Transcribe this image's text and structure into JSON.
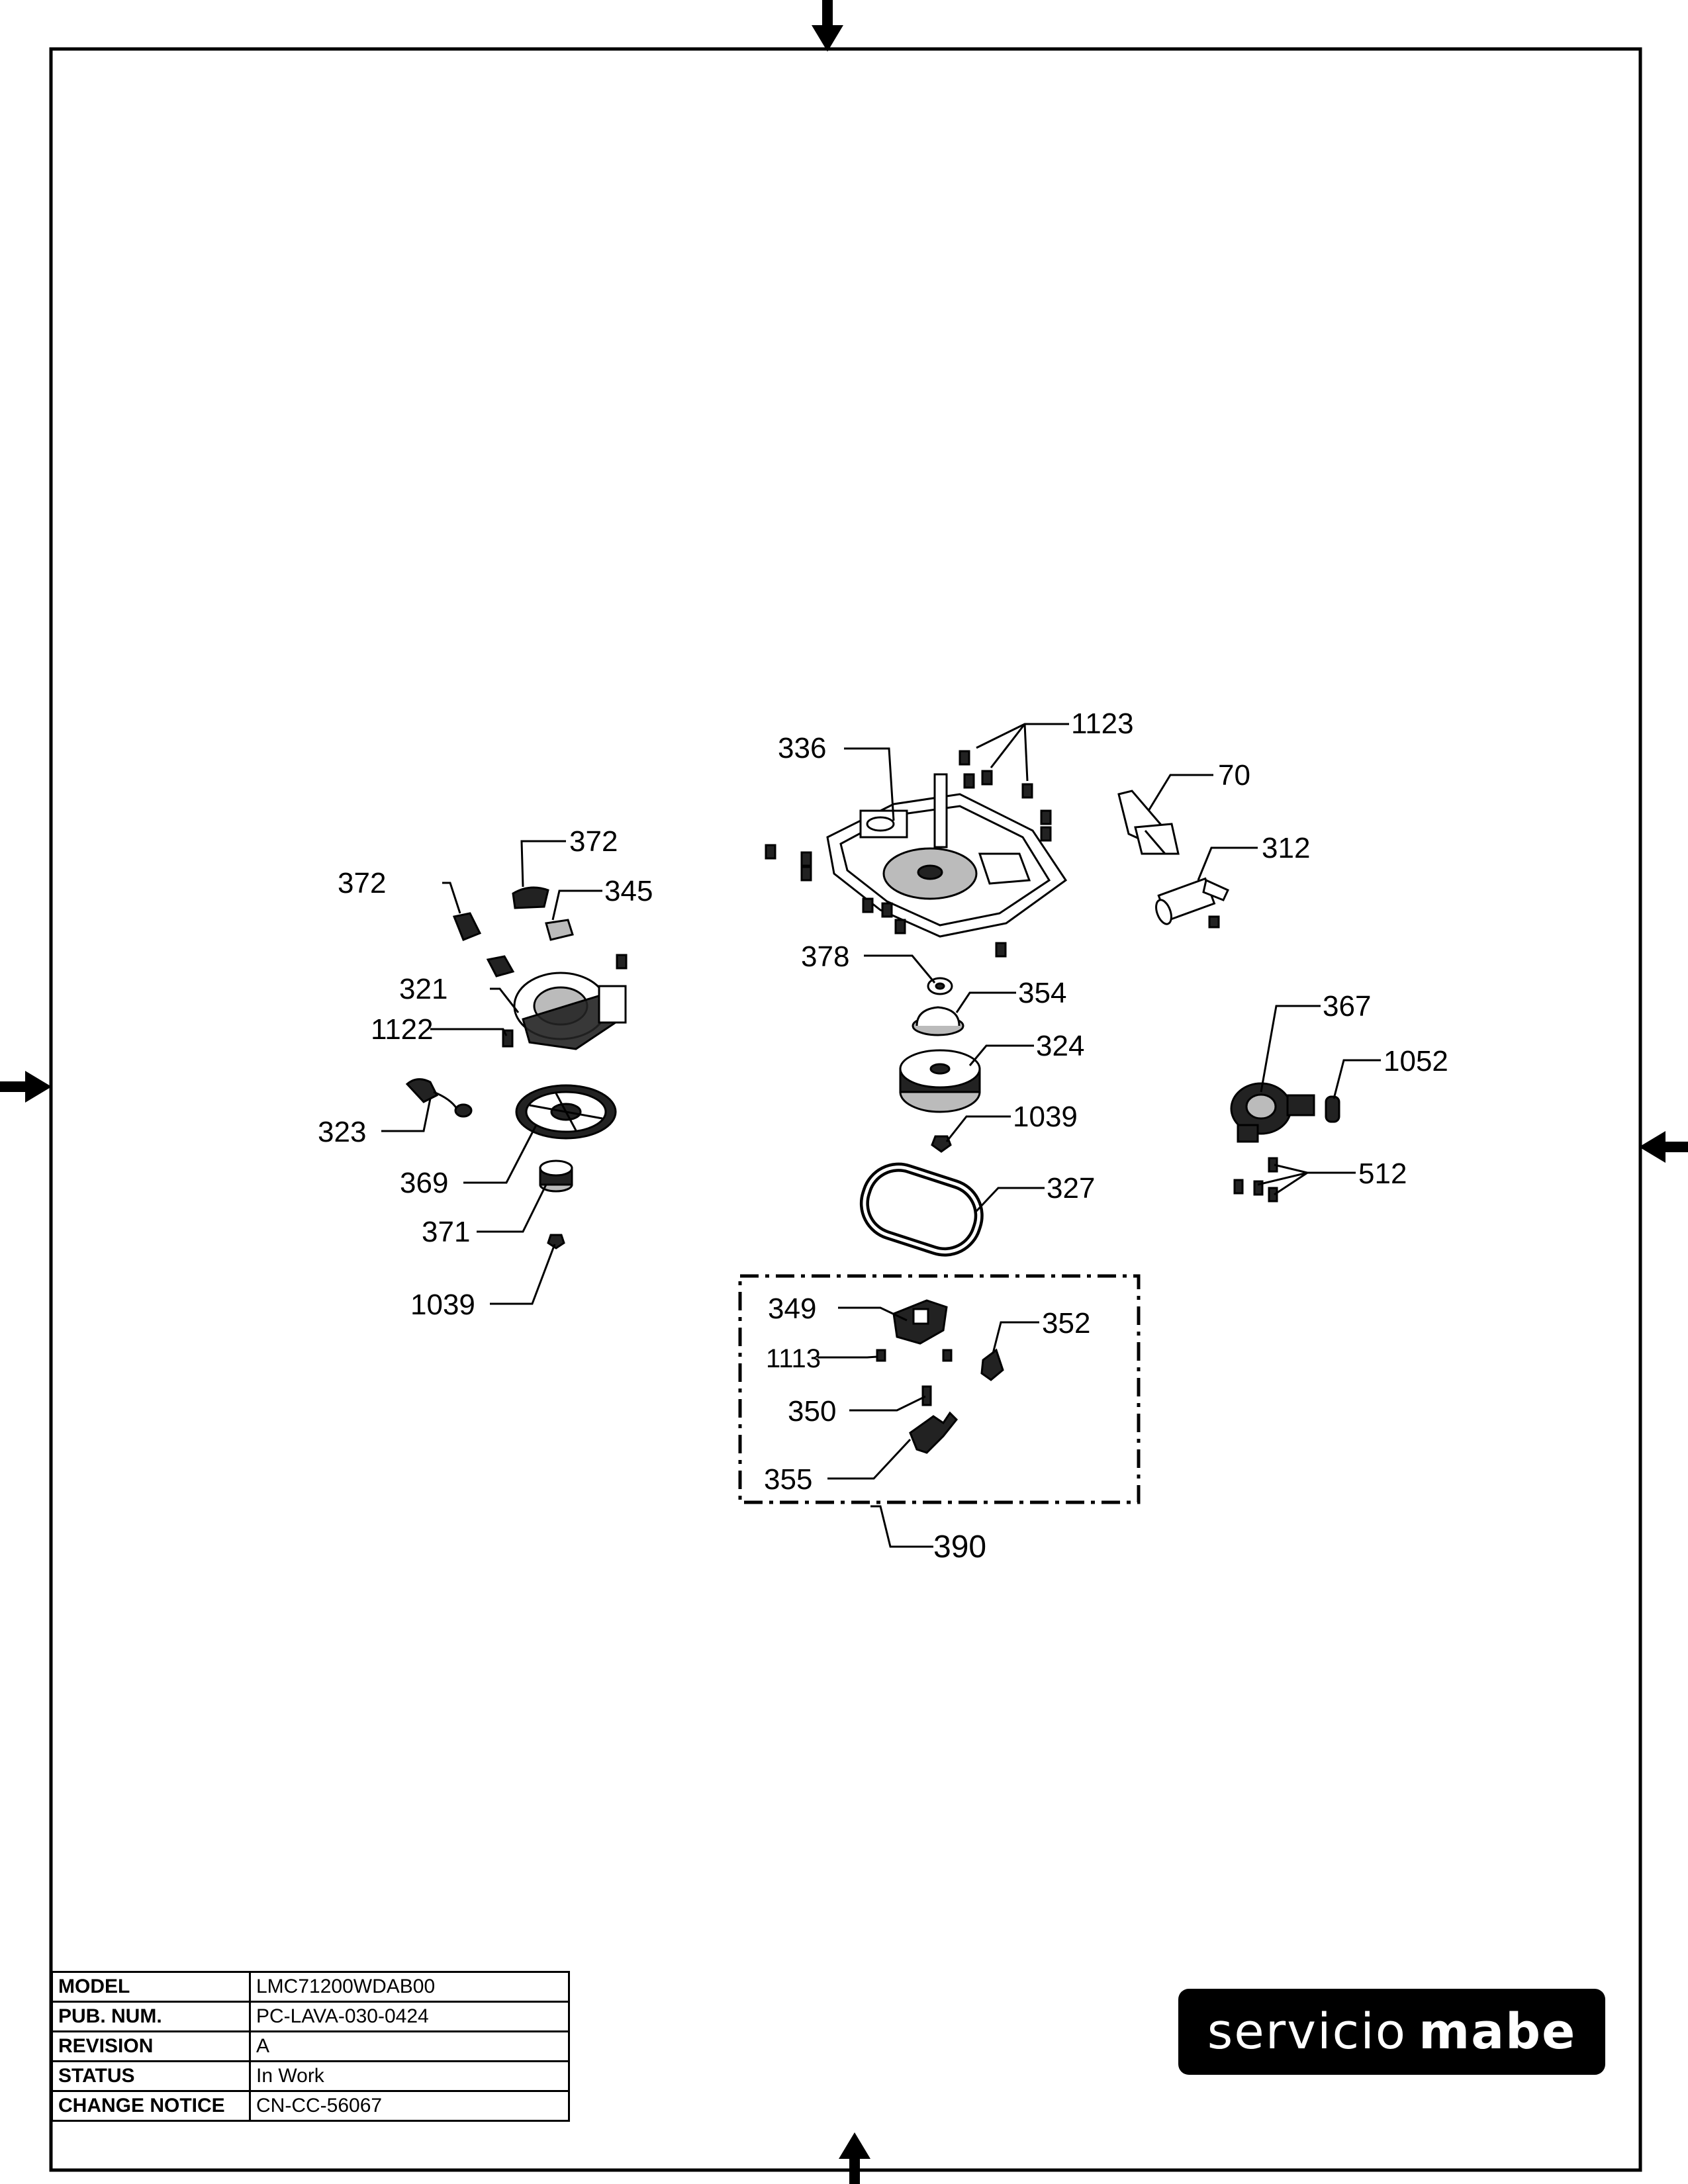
{
  "diagram": {
    "callouts": {
      "c336": "336",
      "c1123": "1123",
      "c70": "70",
      "c312": "312",
      "c372a": "372",
      "c372b": "372",
      "c345": "345",
      "c321": "321",
      "c1122": "1122",
      "c323": "323",
      "c369": "369",
      "c371": "371",
      "c1039a": "1039",
      "c378": "378",
      "c354": "354",
      "c324": "324",
      "c1039b": "1039",
      "c327": "327",
      "c367": "367",
      "c1052": "1052",
      "c512": "512",
      "c349": "349",
      "c352": "352",
      "c1113": "1113",
      "c350": "350",
      "c355": "355",
      "c390": "390"
    }
  },
  "title_block": {
    "rows": [
      {
        "key": "MODEL",
        "value": "LMC71200WDAB00"
      },
      {
        "key": "PUB. NUM.",
        "value": "PC-LAVA-030-0424"
      },
      {
        "key": "REVISION",
        "value": "A"
      },
      {
        "key": "STATUS",
        "value": "In Work"
      },
      {
        "key": "CHANGE NOTICE",
        "value": "CN-CC-56067"
      }
    ]
  },
  "logo": {
    "word1": "servicio",
    "word2": "mabe"
  }
}
